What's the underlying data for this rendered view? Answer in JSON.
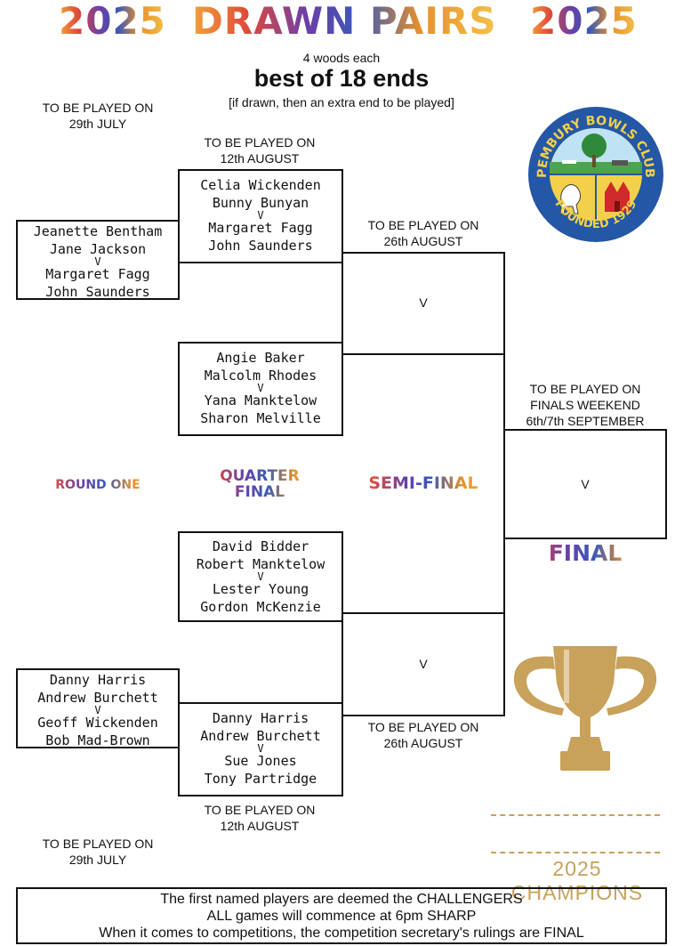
{
  "header": {
    "year_left": "2025",
    "title": "DRAWN PAIRS",
    "year_right": "2025",
    "woods": "4 woods each",
    "format": "best of 18 ends",
    "tiebreak": "[if drawn, then an extra end to be played]"
  },
  "logo": {
    "top_text": "PEMBURY BOWLS CLUB",
    "bottom_text": "FOUNDED 1929"
  },
  "schedule": {
    "r1_top_label": "TO BE PLAYED ON",
    "r1_top_date": "29th JULY",
    "qf_top_label": "TO BE PLAYED ON",
    "qf_top_date": "12th AUGUST",
    "sf_top_label": "TO BE PLAYED ON",
    "sf_top_date": "26th AUGUST",
    "final_label": "TO BE PLAYED ON",
    "final_weekend": "FINALS WEEKEND",
    "final_date": "6th/7th SEPTEMBER",
    "sf_bottom_label": "TO BE PLAYED ON",
    "sf_bottom_date": "26th AUGUST",
    "qf_bottom_label": "TO BE PLAYED ON",
    "qf_bottom_date": "12th AUGUST",
    "r1_bottom_label": "TO BE PLAYED ON",
    "r1_bottom_date": "29th JULY"
  },
  "rounds": {
    "round_one": "ROUND ONE",
    "quarter_line1": "QUARTER",
    "quarter_line2": "FINAL",
    "semi": "SEMI-FINAL",
    "final": "FINAL"
  },
  "matches": {
    "r1_top": [
      "Jeanette Bentham",
      "Jane Jackson",
      "Margaret Fagg",
      "John Saunders"
    ],
    "qf1": [
      "Celia Wickenden",
      "Bunny Bunyan",
      "Margaret Fagg",
      "John Saunders"
    ],
    "qf2": [
      "Angie Baker",
      "Malcolm Rhodes",
      "Yana Manktelow",
      "Sharon Melville"
    ],
    "qf3": [
      "David Bidder",
      "Robert Manktelow",
      "Lester Young",
      "Gordon McKenzie"
    ],
    "r1_bottom": [
      "Danny Harris",
      "Andrew Burchett",
      "Geoff Wickenden",
      "Bob Mad-Brown"
    ],
    "qf4": [
      "Danny Harris",
      "Andrew Burchett",
      "Sue Jones",
      "Tony Partridge"
    ],
    "versus": "V"
  },
  "champions": "2025 CHAMPIONS",
  "footer": {
    "line1": "The first named players are deemed the CHALLENGERS",
    "line2": "ALL games will commence at 6pm SHARP",
    "line3": "When it comes to competitions, the competition secretary's rulings are FINAL"
  },
  "colors": {
    "gold": "#c8a15a",
    "logo_blue": "#2457a6",
    "logo_yellow": "#f2d04a"
  }
}
